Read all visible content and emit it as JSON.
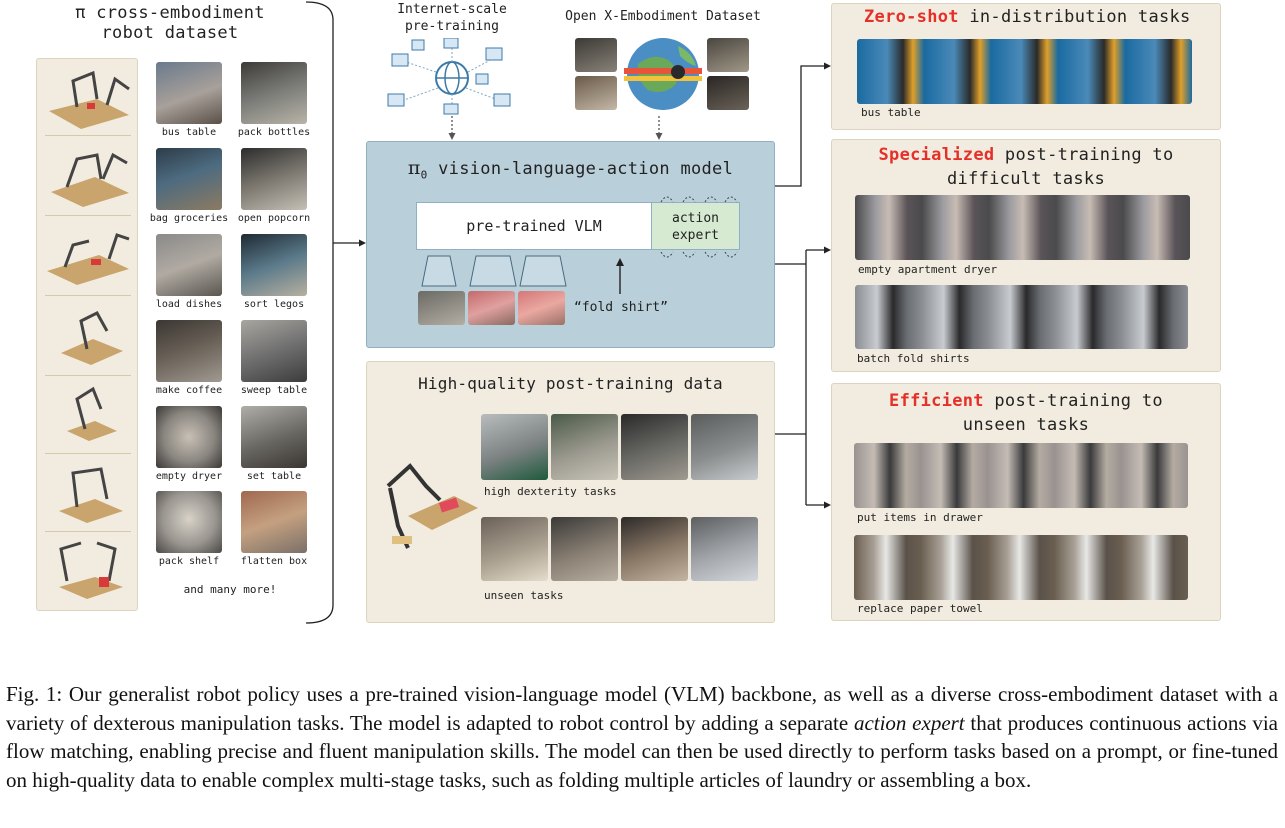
{
  "left": {
    "title_line1": "π cross-embodiment",
    "title_line2": "robot dataset",
    "tasks": [
      [
        "bus table",
        "pack bottles"
      ],
      [
        "bag groceries",
        "open popcorn"
      ],
      [
        "load dishes",
        "sort legos"
      ],
      [
        "make coffee",
        "sweep table"
      ],
      [
        "empty dryer",
        "set table"
      ],
      [
        "pack shelf",
        "flatten box"
      ]
    ],
    "more": "and many more!"
  },
  "top": {
    "internet_line1": "Internet-scale",
    "internet_line2": "pre-training",
    "oxe": "Open X-Embodiment Dataset"
  },
  "model": {
    "title_prefix": "π",
    "title_sub": "0",
    "title_rest": " vision-language-action model",
    "vlm": "pre-trained VLM",
    "expert_line1": "action",
    "expert_line2": "expert",
    "prompt": "“fold shirt”"
  },
  "post": {
    "title": "High-quality post-training data",
    "high_dex": "high dexterity tasks",
    "unseen": "unseen tasks"
  },
  "right": {
    "zero": {
      "red": "Zero-shot",
      "rest": " in-distribution tasks",
      "task": "bus table"
    },
    "special": {
      "red": "Specialized",
      "rest1": " post-training to",
      "rest2": "difficult tasks",
      "task1": "empty apartment dryer",
      "task2": "batch fold shirts"
    },
    "efficient": {
      "red": "Efficient",
      "rest1": " post-training to",
      "rest2": "unseen tasks",
      "task1": "put items in drawer",
      "task2": "replace paper towel"
    }
  },
  "caption": {
    "p1": "Fig. 1: Our generalist robot policy uses a pre-trained vision-language model (VLM) backbone, as well as a diverse cross-embodiment dataset with a variety of dexterous manipulation tasks. The model is adapted to robot control by adding a separate ",
    "italic": "action expert",
    "p2": " that produces continuous actions via flow matching, enabling precise and fluent manipulation skills. The model can then be used directly to perform tasks based on a prompt, or fine-tuned on high-quality data to enable complex multi-stage tasks, such as folding multiple articles of laundry or assembling a box."
  },
  "colors": {
    "panel": "#f1ecdf",
    "model_box": "#b9d0db",
    "expert": "#d6ead2",
    "accent_red": "#e53029"
  }
}
